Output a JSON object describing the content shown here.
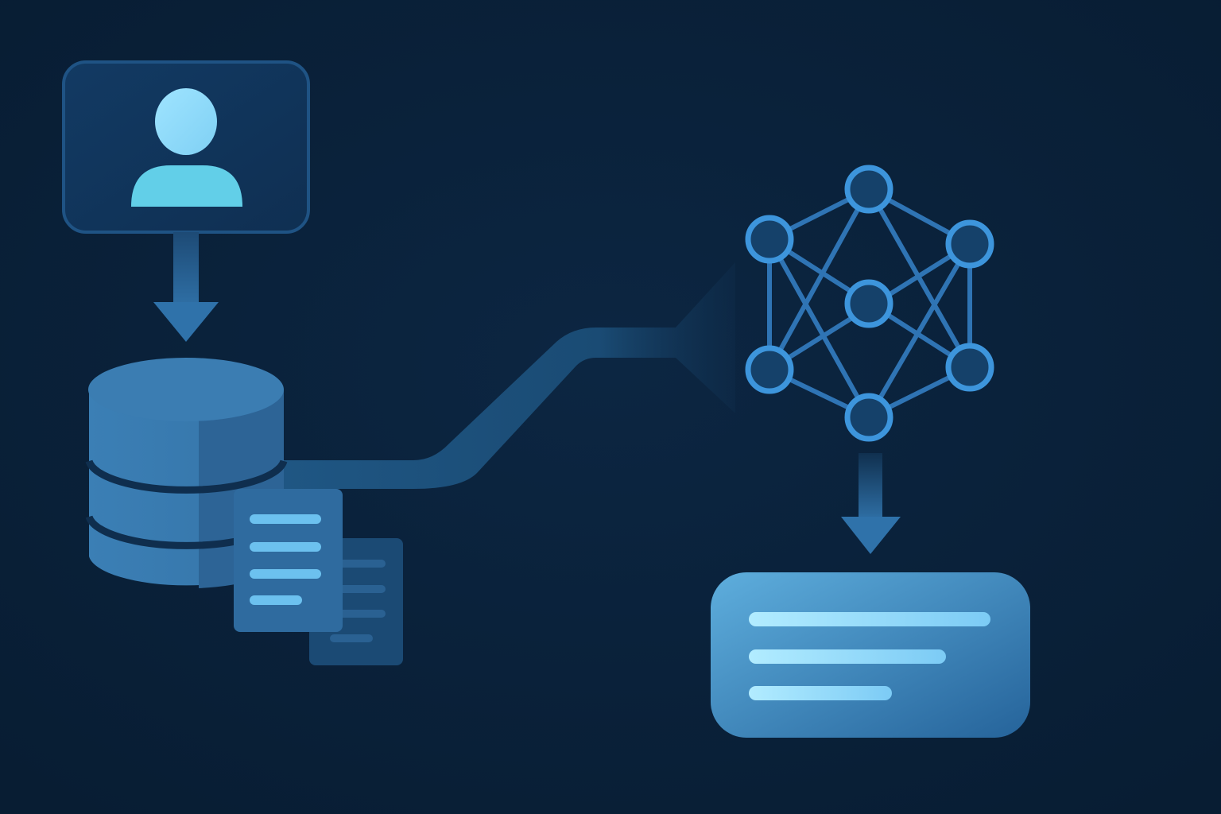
{
  "diagram": {
    "nodes": [
      {
        "id": "user",
        "icon": "user-icon"
      },
      {
        "id": "database",
        "icon": "database-icon"
      },
      {
        "id": "documents",
        "icon": "document-icon"
      },
      {
        "id": "neural-network",
        "icon": "network-icon"
      },
      {
        "id": "response",
        "icon": "text-response-icon"
      }
    ],
    "edges": [
      {
        "from": "user",
        "to": "database"
      },
      {
        "from": "database",
        "to": "neural-network"
      },
      {
        "from": "neural-network",
        "to": "response"
      }
    ]
  },
  "colors": {
    "background": "#0a2139",
    "card": "#133a62",
    "accent": "#3a8fd8",
    "node_fill": "#174a75",
    "highlight": "#9fe0ff"
  }
}
